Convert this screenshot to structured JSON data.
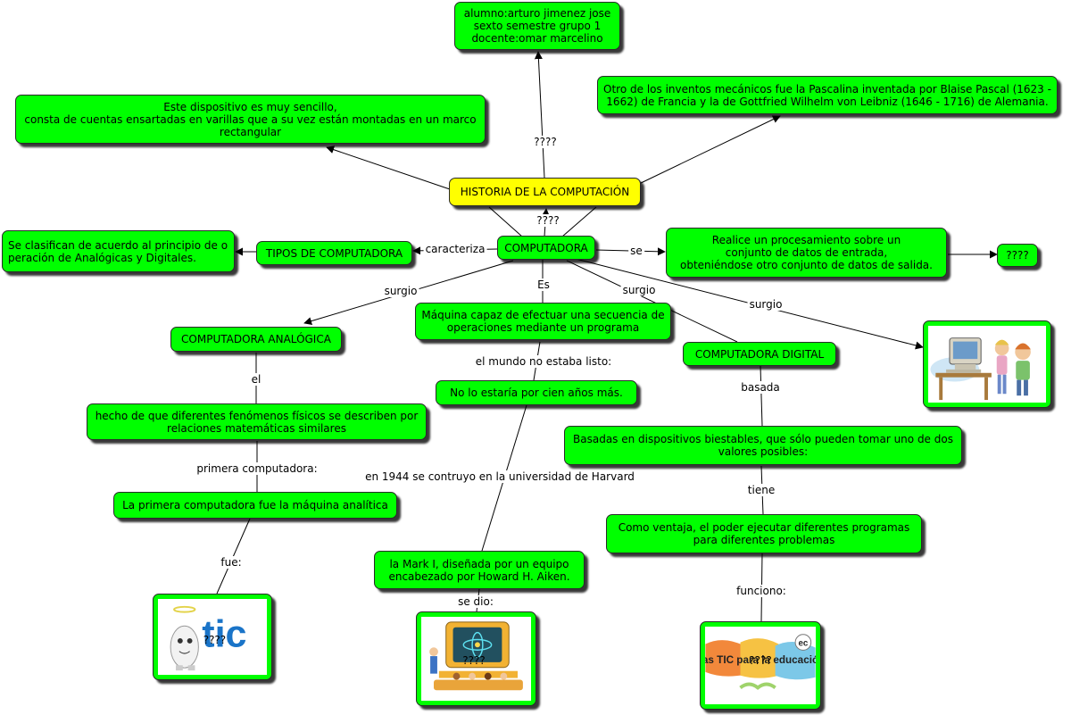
{
  "colors": {
    "node": "#00ff00",
    "root": "#ffff00",
    "line": "#000000"
  },
  "nodes": {
    "student": "alumno:arturo jimenez jose\nsexto semestre grupo 1\ndocente:omar marcelino",
    "abacus": "Este dispositivo es muy sencillo,\nconsta de cuentas ensartadas en varillas que a su vez están montadas en un marco\nrectangular",
    "pascalina": "Otro de los inventos mecánicos fue la Pascalina inventada por Blaise Pascal (1623 -\n1662) de Francia y la de Gottfried Wilhelm von Leibniz (1646 - 1716) de Alemania.",
    "root": "HISTORIA DE LA COMPUTACIÓN",
    "computadora": "COMPUTADORA",
    "tipos": "TIPOS DE COMPUTADORA",
    "clasifican": "Se clasifican de acuerdo al principio de o\nperación de Analógicas y Digitales.",
    "procesamiento": "Realice un procesamiento sobre un\nconjunto de datos de entrada,\nobteniéndose otro conjunto de datos de salida.",
    "unknown": "????",
    "maquina": "Máquina capaz de efectuar una secuencia de\noperaciones mediante un programa",
    "analogica": "COMPUTADORA ANALÓGICA",
    "digital": "COMPUTADORA DIGITAL",
    "noestaria": "No lo estaría por cien años más.",
    "fenomenos": "hecho de que diferentes fenómenos físicos se describen por\nrelaciones matemáticas similares",
    "biestables": "Basadas en dispositivos biestables, que sólo pueden tomar uno de dos\nvalores posibles:",
    "primera": "La primera computadora fue la máquina analítica",
    "ventaja": "Como ventaja, el poder ejecutar diferentes programas\npara diferentes problemas",
    "markI": "la Mark I, diseñada por un equipo\nencabezado por Howard H. Aiken."
  },
  "links": {
    "root_student": "????",
    "comp_root": "????",
    "caracteriza": "caracteriza",
    "se": "se",
    "es": "Es",
    "surgio_left": "surgio",
    "surgio_mid": "surgio",
    "surgio_right": "surgio",
    "mundo": "el mundo no estaba listo:",
    "el": "el",
    "basada": "basada",
    "primera_comp": "primera computadora:",
    "en1944": "en 1944 se contruyo en la universidad de Harvard",
    "tiene": "tiene",
    "fue": "fue:",
    "sedio": "se dio:",
    "funciono": "funciono:"
  },
  "images": {
    "computer_kids": "",
    "tic_logo": {
      "overlay": "????",
      "text": "tic"
    },
    "classroom": {
      "overlay": "????"
    },
    "tic_education": {
      "overlay": "????",
      "text": "Las TIC para la educación",
      "badge": "ec"
    }
  }
}
